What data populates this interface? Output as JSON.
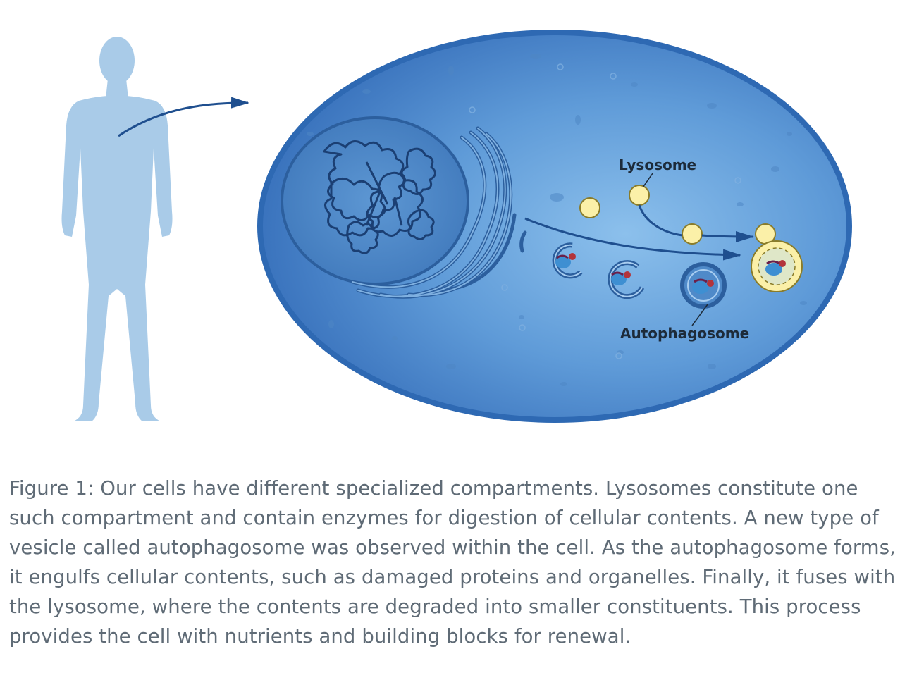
{
  "diagram": {
    "labels": {
      "lysosome": "Lysosome",
      "autophagosome": "Autophagosome"
    },
    "colors": {
      "body_silhouette": "#a9cbe8",
      "cell_dark": "#2e69b3",
      "cell_light": "#6aa3dc",
      "nucleus": "#4f8ac9",
      "chromatin": "#1b3f73",
      "lysosome": "#fbf0a8",
      "arrow": "#1f4f8f"
    }
  },
  "caption": {
    "text": "Figure 1: Our cells have different specialized compartments. Lysosomes constitute one such compartment and contain enzymes for digestion of cellular contents. A new type of vesicle called autophagosome was observed within the cell. As the autophagosome forms, it engulfs cellular contents, such as damaged proteins and organelles. Finally, it fuses with the lysosome, where the contents are degraded into smaller constituents. This process provides the cell with nutrients and building blocks for renewal."
  }
}
